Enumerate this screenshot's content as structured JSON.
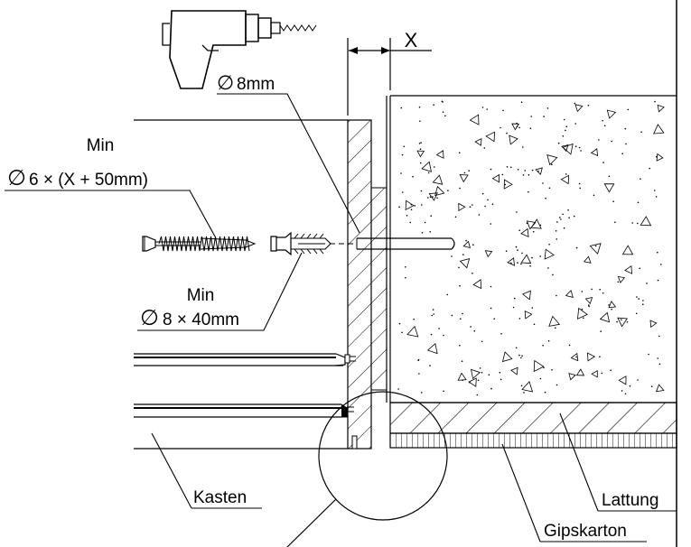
{
  "dimensions": {
    "gap_label": "X",
    "drill_diameter": "8mm",
    "screw_min_label": "Min",
    "screw_size": "6 × (X + 50mm)",
    "dowel_min_label": "Min",
    "dowel_size": "8 × 40mm",
    "diameter_symbol": "∅"
  },
  "parts": {
    "box_label": "Kasten",
    "batten_label": "Lattung",
    "drywall_label": "Gipskarton"
  },
  "icons": [
    "drill-icon",
    "screw-icon",
    "wall-plug-icon"
  ],
  "colors": {
    "line": "#000000",
    "background": "#ffffff"
  }
}
